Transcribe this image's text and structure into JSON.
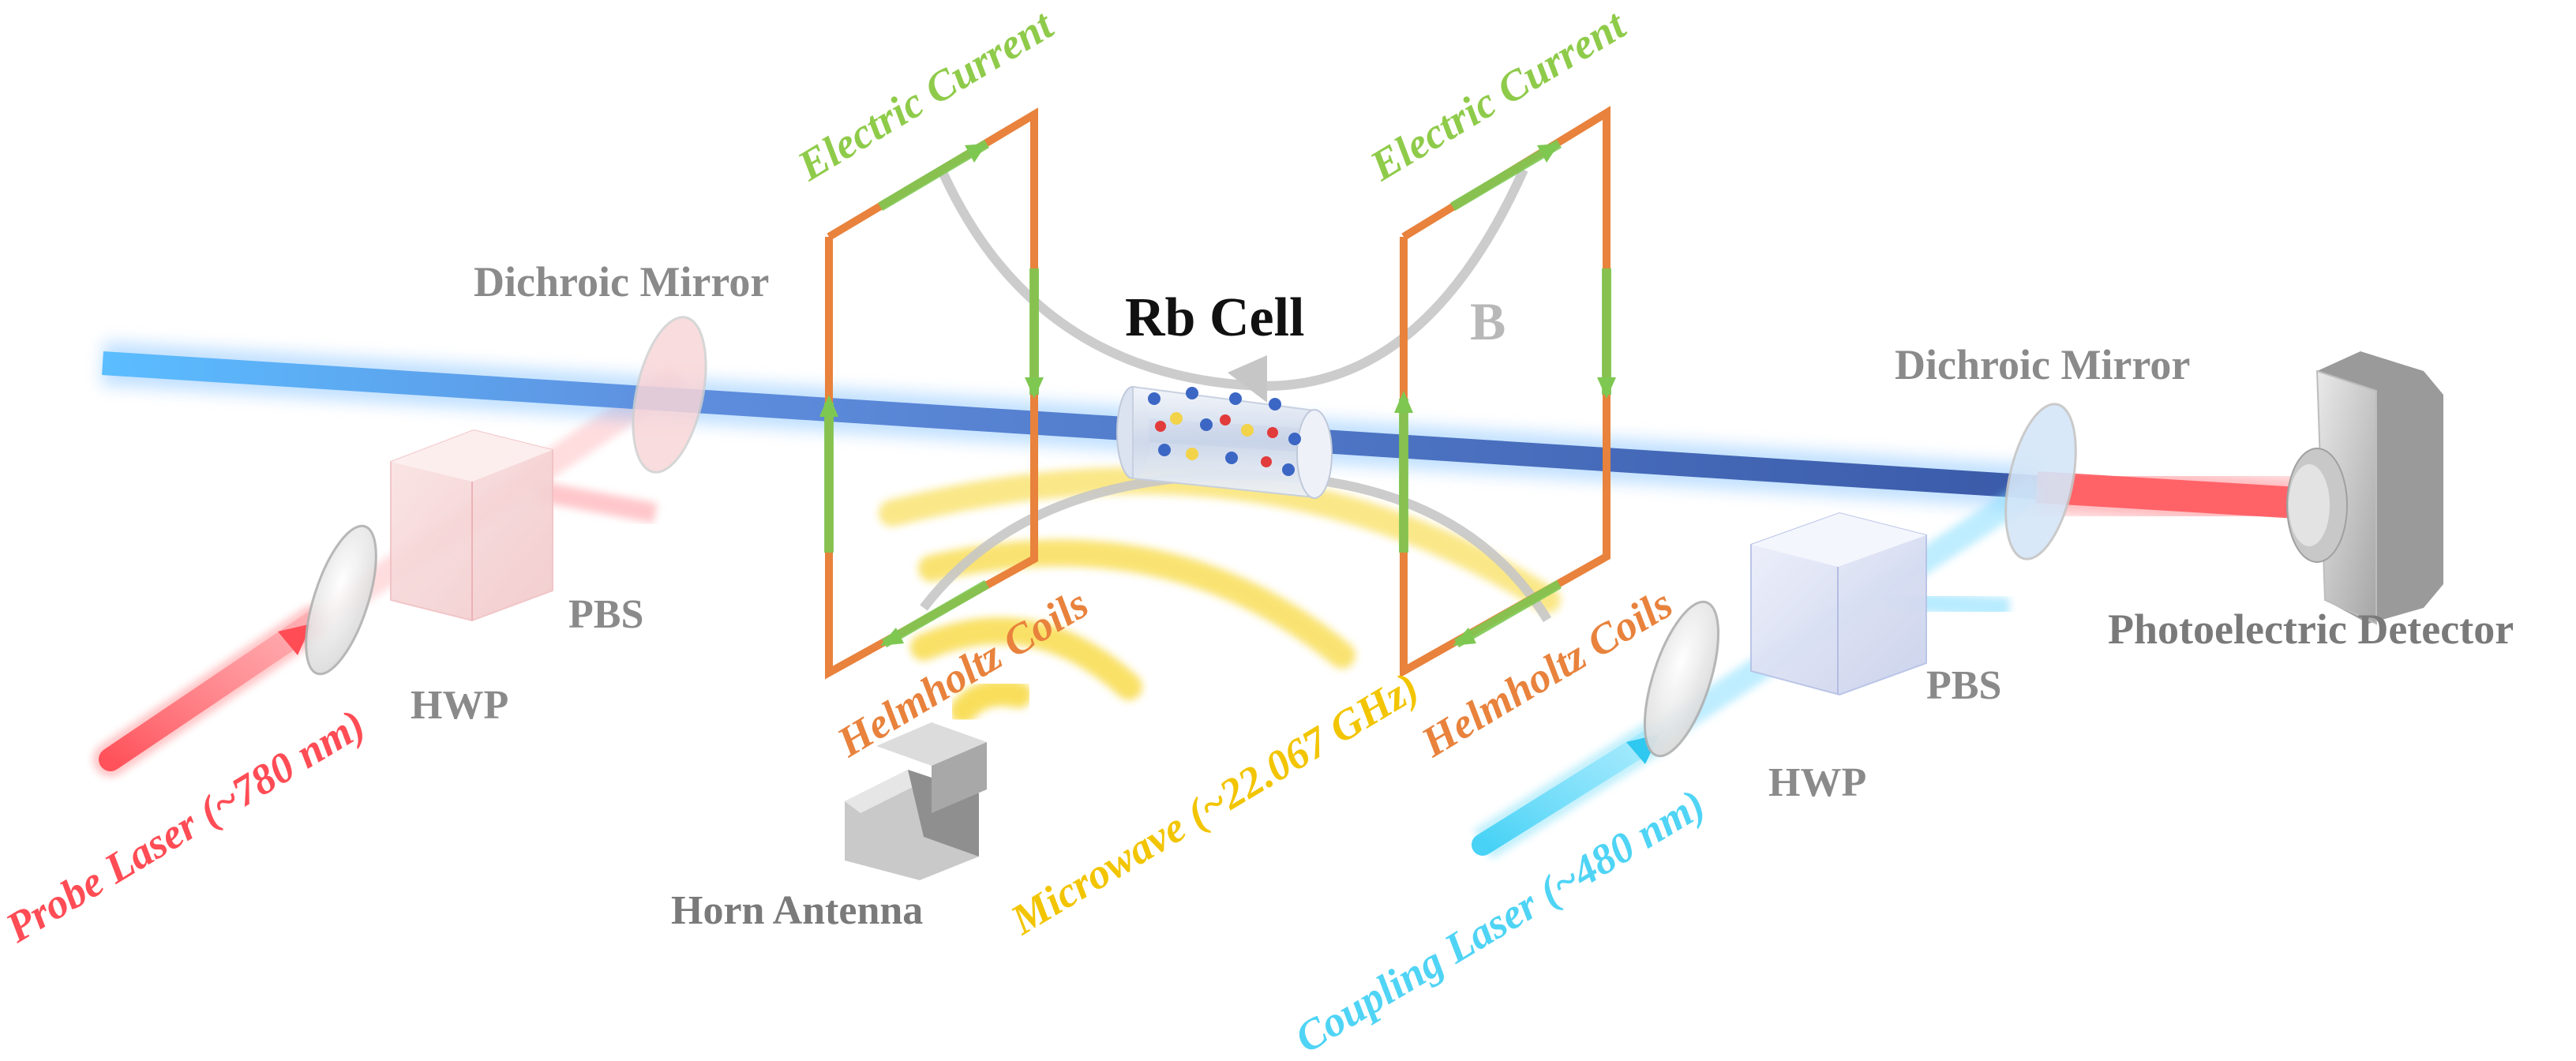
{
  "labels": {
    "rb_cell": "Rb Cell",
    "b_field": "B",
    "electric_current_left": "Electric Current",
    "electric_current_right": "Electric Current",
    "dichroic_mirror_left": "Dichroic Mirror",
    "dichroic_mirror_right": "Dichroic Mirror",
    "pbs_left": "PBS",
    "pbs_right": "PBS",
    "hwp_left": "HWP",
    "hwp_right": "HWP",
    "helmholtz_left": "Helmholtz Coils",
    "helmholtz_right": "Helmholtz Coils",
    "horn_antenna": "Horn Antenna",
    "microwave": "Microwave (~22.067 GHz)",
    "probe_laser": "Probe Laser  (~780 nm)",
    "coupling_laser": "Coupling Laser  (~480 nm)",
    "photodetector": "Photoelectric Detector"
  },
  "colors": {
    "probe": "#ff5a5f",
    "coupling": "#4fd4f5",
    "combined": "#3c5fb0",
    "coil": "#e8823c",
    "current": "#7ec852",
    "microwave": "#f5d21e",
    "label_gray": "#8a8a8a",
    "b_field_gray": "#b8b8b8"
  }
}
